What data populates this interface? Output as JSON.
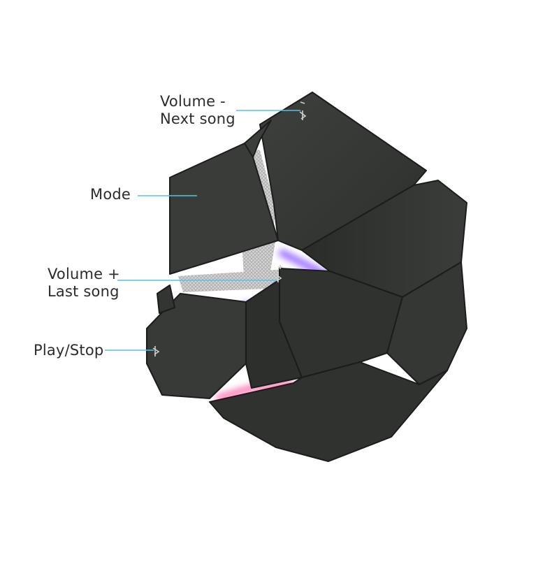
{
  "callouts": {
    "volume_minus": {
      "line1": "Volume -",
      "line2": "Next song"
    },
    "mode": {
      "text": "Mode"
    },
    "volume_plus": {
      "line1": "Volume +",
      "line2": "Last song"
    },
    "play_stop": {
      "text": "Play/Stop"
    }
  },
  "colors": {
    "cube_dark": "#2b2d2b",
    "cube_mid": "#3a3c3a",
    "cube_light": "#4a4c4a",
    "glow_purple": "#7b3cff",
    "glow_pink": "#ff3f9a",
    "callout_line": "#56c2e6",
    "grille": "#d9d9d9"
  }
}
